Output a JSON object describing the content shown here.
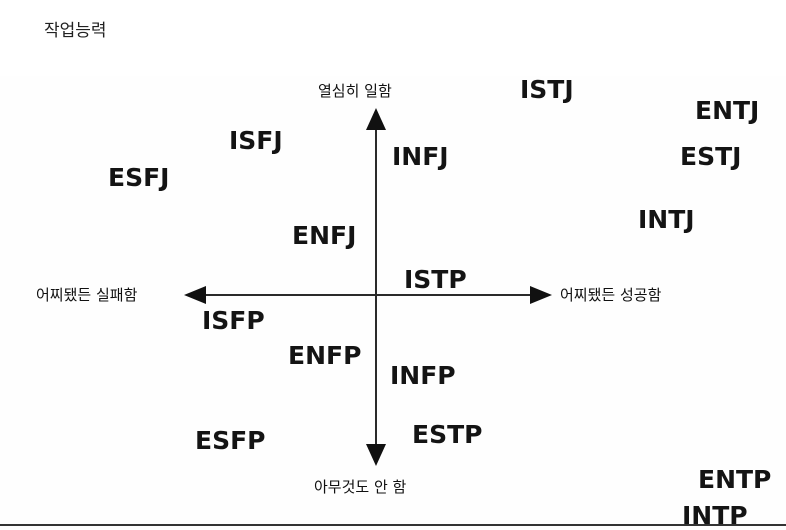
{
  "page": {
    "title": "작업능력"
  },
  "axes": {
    "up": "열심히 일함",
    "down": "아무것도 안 함",
    "left": "어찌됐든 실패함",
    "right": "어찌됐든 성공함"
  },
  "types": {
    "istj": "ISTJ",
    "entj": "ENTJ",
    "estj": "ESTJ",
    "intj": "INTJ",
    "isfj": "ISFJ",
    "infj": "INFJ",
    "esfj": "ESFJ",
    "enfj": "ENFJ",
    "istp": "ISTP",
    "isfp": "ISFP",
    "enfp": "ENFP",
    "infp": "INFP",
    "esfp": "ESFP",
    "estp": "ESTP",
    "entp": "ENTP",
    "intp": "INTP"
  },
  "colors": {
    "ink": "#141414",
    "background": "#ffffff"
  }
}
